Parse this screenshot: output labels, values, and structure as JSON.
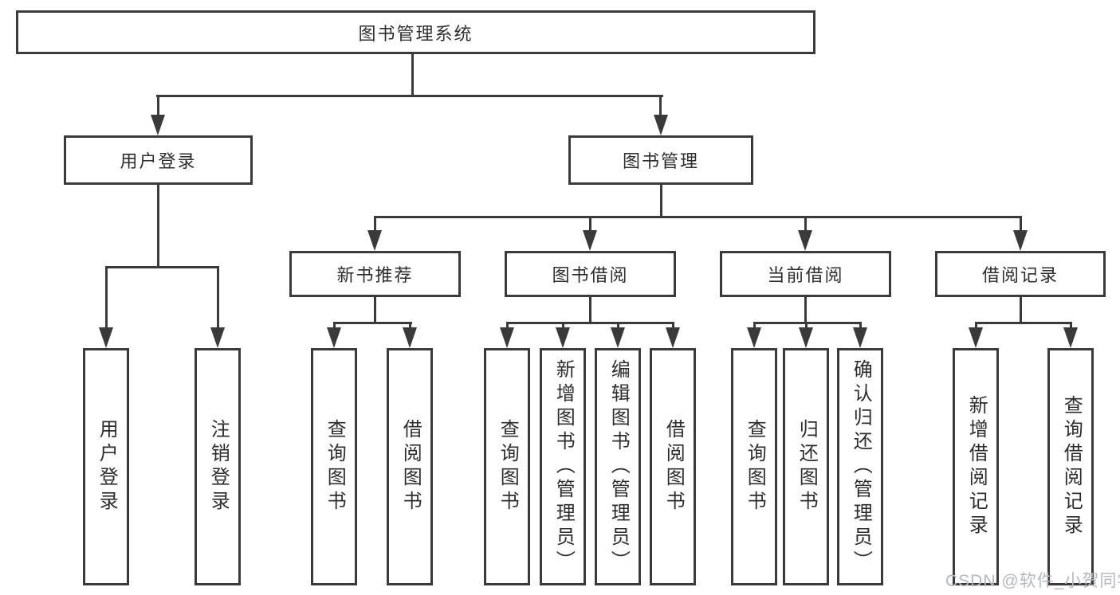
{
  "tree": {
    "root_label": "图书管理系统",
    "user_login": {
      "label": "用户登录",
      "children": [
        {
          "label": "用户登录"
        },
        {
          "label": "注销登录"
        }
      ]
    },
    "book_mgmt": {
      "label": "图书管理",
      "groups": [
        {
          "label": "新书推荐",
          "children": [
            {
              "label": "查询图书"
            },
            {
              "label": "借阅图书"
            }
          ]
        },
        {
          "label": "图书借阅",
          "children": [
            {
              "label": "查询图书"
            },
            {
              "label": "新增图书（管理员）"
            },
            {
              "label": "编辑图书（管理员）"
            },
            {
              "label": "借阅图书"
            }
          ]
        },
        {
          "label": "当前借阅",
          "children": [
            {
              "label": "查询图书"
            },
            {
              "label": "归还图书"
            },
            {
              "label": "确认归还（管理员）"
            }
          ]
        },
        {
          "label": "借阅记录",
          "children": [
            {
              "label": "新增借阅记录"
            },
            {
              "label": "查询借阅记录"
            }
          ]
        }
      ]
    }
  },
  "watermark": {
    "text": "CSDN @软件_小贺同学"
  },
  "colors": {
    "line": "#3a3a3a",
    "text": "#2d2d2d",
    "watermark": "#b4b8bf",
    "background": "#ffffff"
  }
}
